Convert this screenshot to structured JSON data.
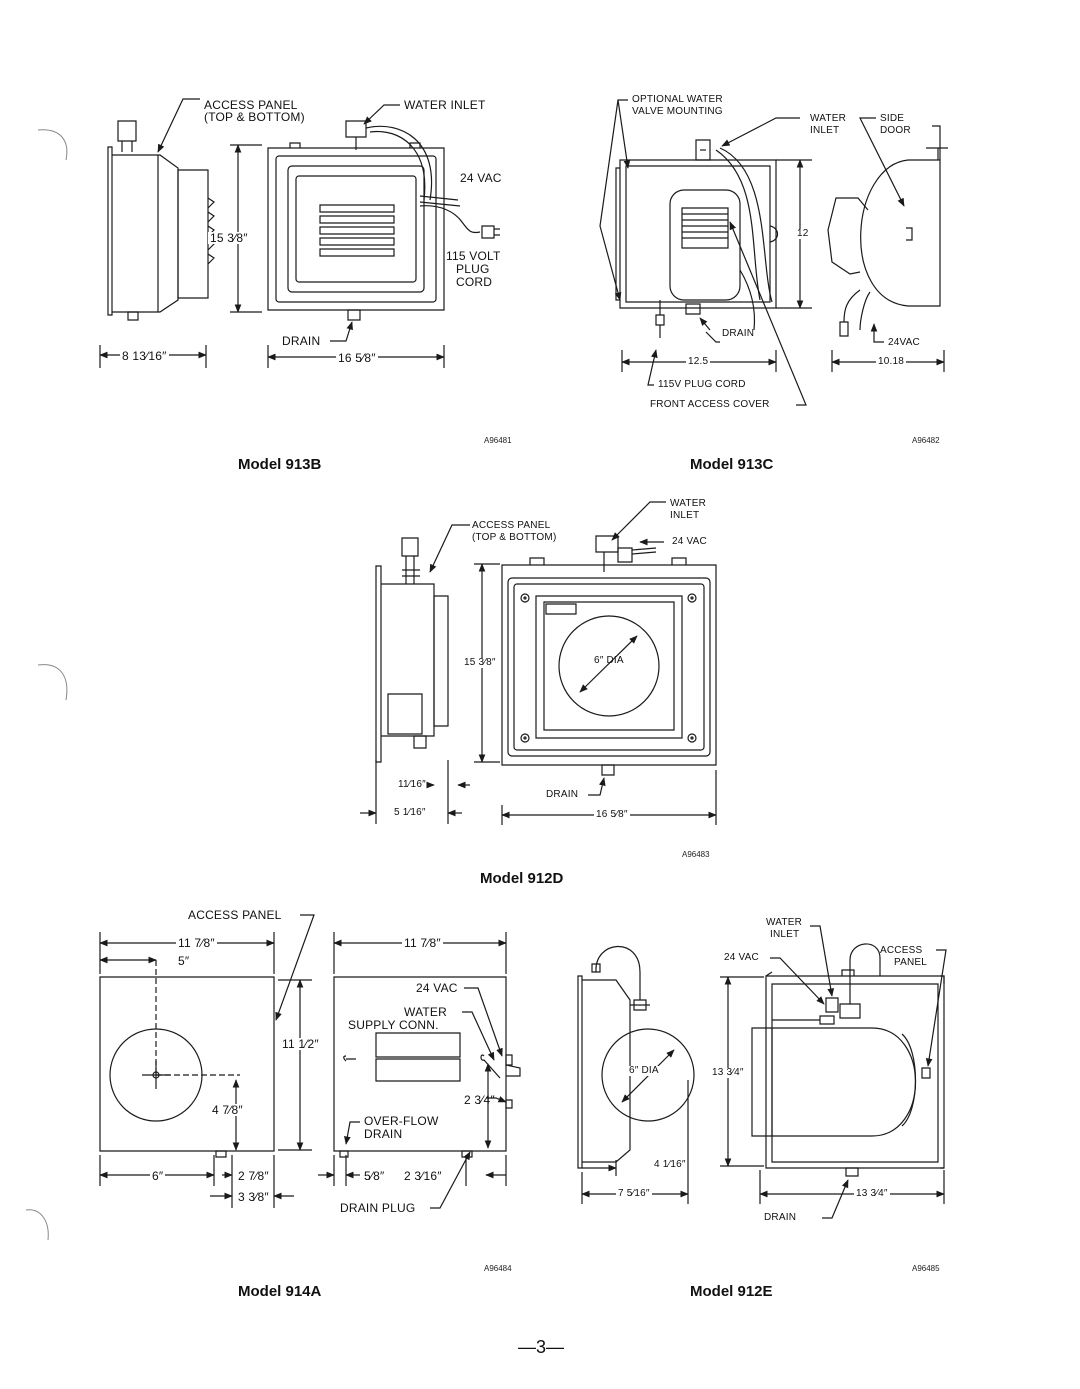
{
  "models": {
    "m913b": {
      "title": "Model 913B",
      "code": "A96481",
      "labels": {
        "access_panel_1": "ACCESS PANEL",
        "access_panel_2": "(TOP & BOTTOM)",
        "water_inlet": "WATER INLET",
        "vac": "24 VAC",
        "cord_1": "115 VOLT",
        "cord_2": "PLUG",
        "cord_3": "CORD",
        "drain": "DRAIN"
      },
      "dims": {
        "height": "15 3⁄8″",
        "depth": "8 13⁄16″",
        "width": "16 5⁄8″"
      }
    },
    "m913c": {
      "title": "Model 913C",
      "code": "A96482",
      "labels": {
        "optional_1": "OPTIONAL WATER",
        "optional_2": "VALVE MOUNTING",
        "water_inlet_1": "WATER",
        "water_inlet_2": "INLET",
        "side_door_1": "SIDE",
        "side_door_2": "DOOR",
        "drain": "DRAIN",
        "vac": "24VAC",
        "plug_cord": "115V PLUG CORD",
        "front_cover": "FRONT ACCESS COVER"
      },
      "dims": {
        "height": "12",
        "width": "12.5",
        "depth": "10.18"
      }
    },
    "m912d": {
      "title": "Model 912D",
      "code": "A96483",
      "labels": {
        "water_inlet_1": "WATER",
        "water_inlet_2": "INLET",
        "access_panel_1": "ACCESS PANEL",
        "access_panel_2": "(TOP & BOTTOM)",
        "vac": "24 VAC",
        "dia": "6″ DIA",
        "drain": "DRAIN"
      },
      "dims": {
        "height": "15 3⁄8″",
        "offset": "11⁄16″",
        "depth": "5 1⁄16″",
        "width": "16 5⁄8″"
      }
    },
    "m914a": {
      "title": "Model 914A",
      "code": "A96484",
      "labels": {
        "access_panel": "ACCESS PANEL",
        "vac": "24 VAC",
        "water_1": "WATER",
        "water_2": "SUPPLY CONN.",
        "overflow_1": "OVER-FLOW",
        "overflow_2": "DRAIN",
        "drain_plug": "DRAIN PLUG"
      },
      "dims": {
        "width_front": "11 7⁄8″",
        "center": "5″",
        "height": "11 1⁄2″",
        "center_h": "4 7⁄8″",
        "left": "6″",
        "drain_off": "2 7⁄8″",
        "drain_w": "3 3⁄8″",
        "width_side": "11 7⁄8″",
        "side_a": "5⁄8″",
        "side_b": "2 3⁄16″",
        "side_h": "2 3⁄4″"
      }
    },
    "m912e": {
      "title": "Model 912E",
      "code": "A96485",
      "labels": {
        "water_inlet_1": "WATER",
        "water_inlet_2": "INLET",
        "vac": "24 VAC",
        "access_panel_1": "ACCESS",
        "access_panel_2": "PANEL",
        "dia": "6″ DIA",
        "drain": "DRAIN"
      },
      "dims": {
        "height": "13 3⁄4″",
        "offset": "4 1⁄16″",
        "depth": "7 5⁄16″",
        "width": "13 3⁄4″"
      }
    }
  },
  "page_number": "—3—"
}
